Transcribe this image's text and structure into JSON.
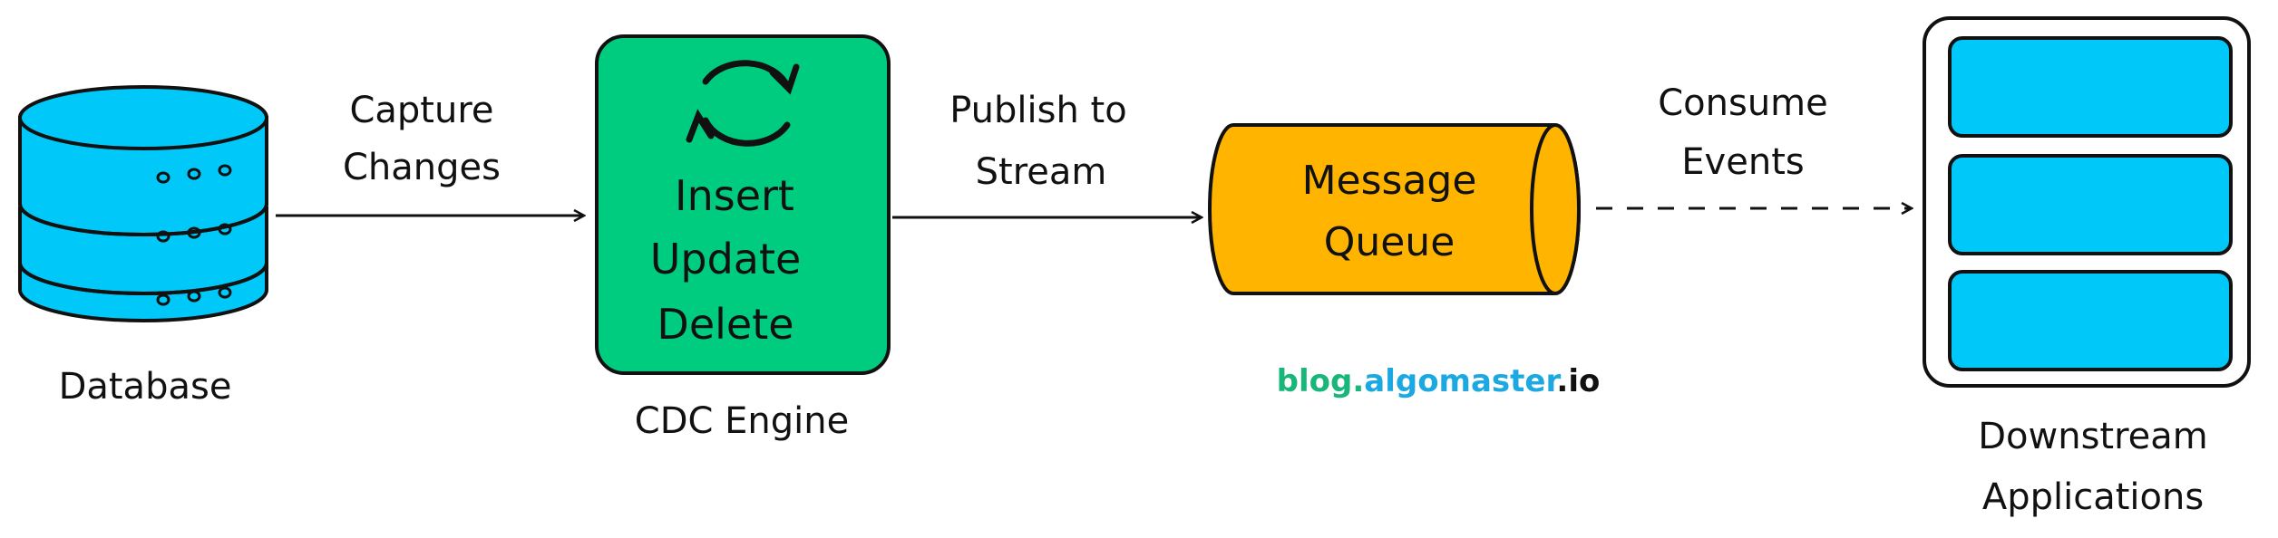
{
  "colors": {
    "database_fill": "#00C8F8",
    "cdc_engine_fill": "#00CC7F",
    "queue_fill": "#FFB500",
    "downstream_fill": "#00C8F8",
    "stroke": "#111111",
    "brand_blog": "#18B678",
    "brand_algomaster": "#1CA9E1",
    "brand_io": "#111111"
  },
  "database": {
    "label": "Database",
    "icon": "database-icon"
  },
  "arrow1": {
    "line1": "Capture",
    "line2": "Changes"
  },
  "cdc_engine": {
    "icon": "sync-icon",
    "op1": "Insert",
    "op2": "Update",
    "op3": "Delete",
    "label": "CDC Engine"
  },
  "arrow2": {
    "line1": "Publish to",
    "line2": "Stream"
  },
  "queue": {
    "line1": "Message",
    "line2": "Queue"
  },
  "brand": {
    "part1": "blog",
    "dot1": ".",
    "part2": "algomaster",
    "part3": ".io"
  },
  "arrow3": {
    "line1": "Consume",
    "line2": "Events"
  },
  "downstream": {
    "line1": "Downstream",
    "line2": "Applications"
  }
}
